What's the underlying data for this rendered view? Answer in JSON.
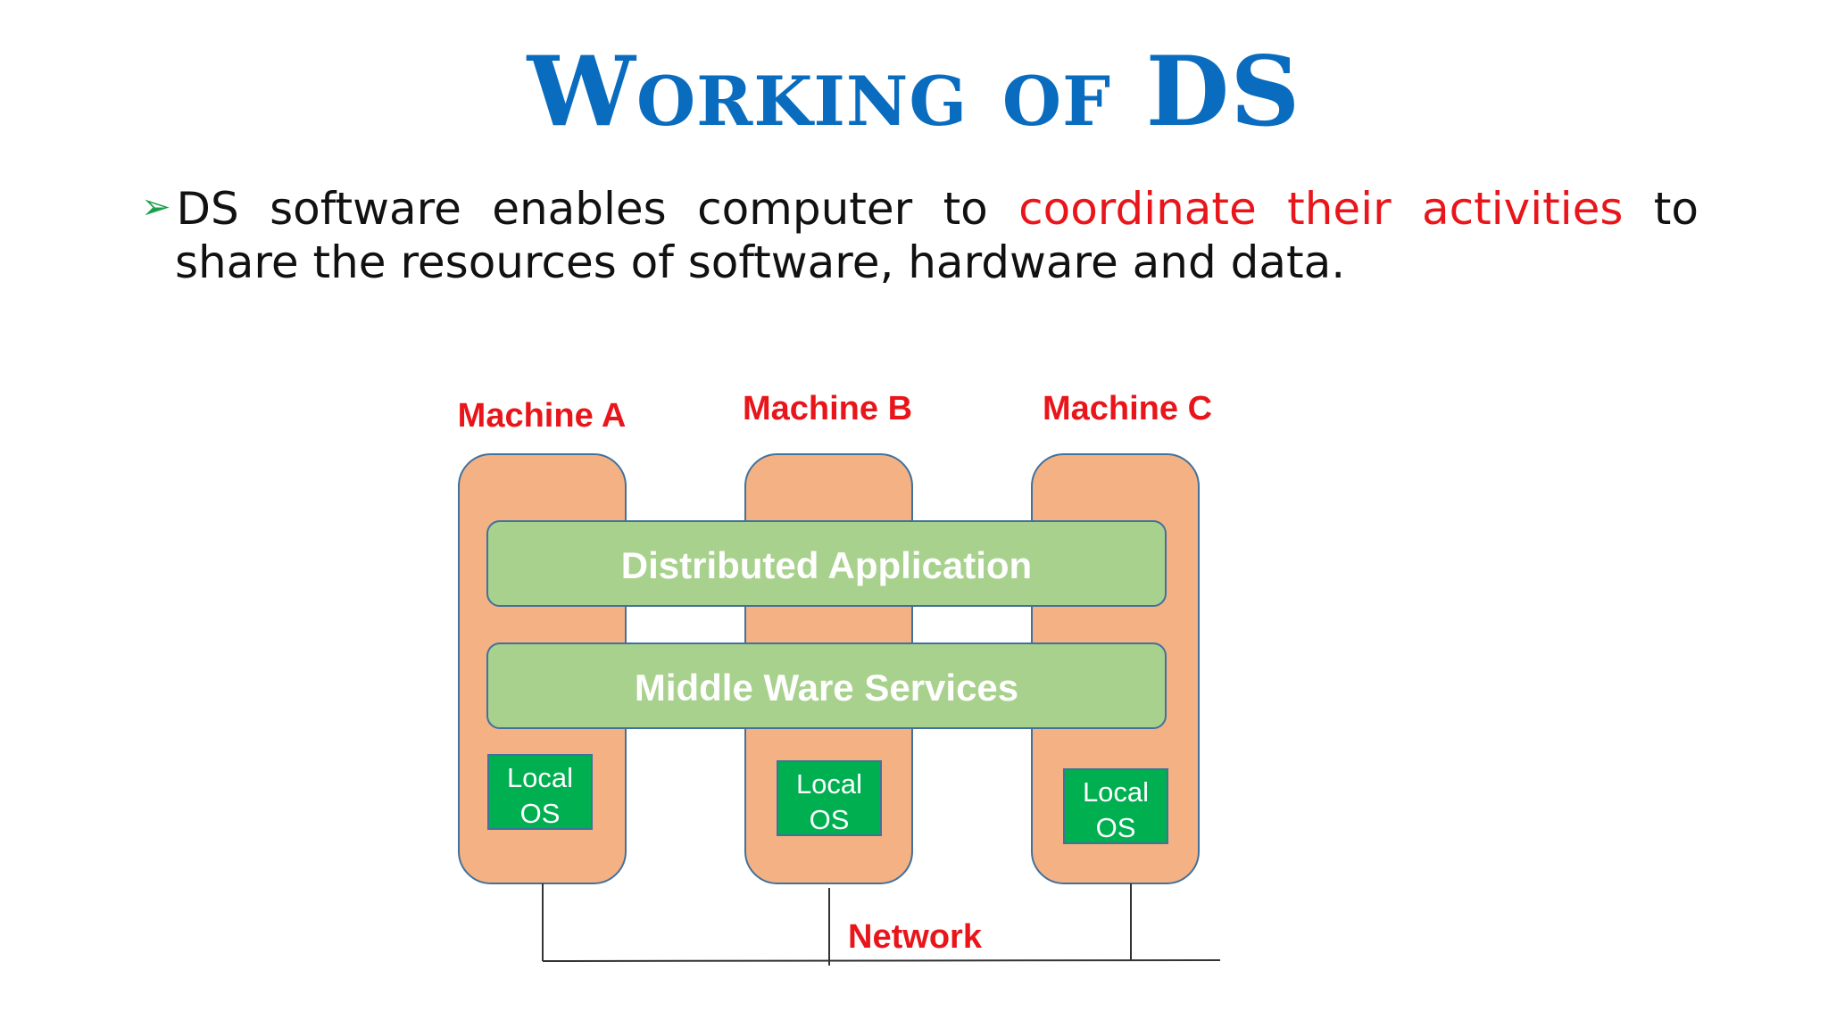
{
  "slide": {
    "title": "Working of DS",
    "bullet": {
      "words_line1": [
        "DS",
        "software",
        "enables",
        "computer",
        "to"
      ],
      "highlight_words": [
        "coordinate",
        "their",
        "activities"
      ],
      "tail_word": "to",
      "line2": "share the resources of software, hardware and data."
    }
  },
  "diagram": {
    "machines": [
      {
        "label": "Machine A",
        "os_line1": "Local",
        "os_line2": "OS"
      },
      {
        "label": "Machine B",
        "os_line1": "Local",
        "os_line2": "OS"
      },
      {
        "label": "Machine C",
        "os_line1": "Local",
        "os_line2": "OS"
      }
    ],
    "layers": {
      "application": "Distributed Application",
      "middleware": "Middle Ware Services"
    },
    "network_label": "Network",
    "colors": {
      "title": "#0a6cbf",
      "highlight": "#e8161b",
      "machine_fill": "#f4b183",
      "layer_fill": "#a9d18e",
      "os_fill": "#00b050",
      "outline": "#41719c",
      "label_red": "#e8161b",
      "bullet_arrow": "#1aa04a"
    },
    "icons": [
      "bullet-arrow-icon"
    ]
  }
}
